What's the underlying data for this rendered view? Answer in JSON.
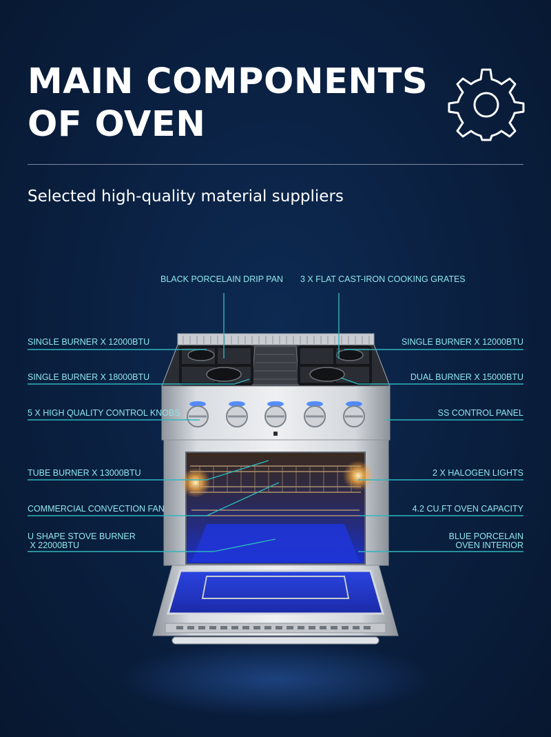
{
  "header": {
    "title_line1": "MAIN COMPONENTS",
    "title_line2": "OF OVEN",
    "subtitle": "Selected high-quality material suppliers"
  },
  "icons": {
    "header_icon": "gear-icon"
  },
  "colors": {
    "background": "#0a1f3f",
    "label": "#8fe7ee",
    "leader_line": "#2fb6bd",
    "oven_interior": "#1a2fc8"
  },
  "labels": {
    "top": {
      "drip_pan": "BLACK PORCELAIN DRIP PAN",
      "grates": "3 X FLAT CAST-IRON COOKING GRATES"
    },
    "left": {
      "single_burner_12000": "SINGLE BURNER X 12000BTU",
      "single_burner_18000": "SINGLE BURNER X 18000BTU",
      "control_knobs": "5 X HIGH QUALITY CONTROL KNOBS",
      "tube_burner": "TUBE BURNER X 13000BTU",
      "convection_fan": "COMMERCIAL CONVECTION FAN",
      "u_burner_line1": "U SHAPE STOVE BURNER",
      "u_burner_line2": " X 22000BTU"
    },
    "right": {
      "single_burner_12000": "SINGLE BURNER X 12000BTU",
      "dual_burner": "DUAL BURNER X 15000BTU",
      "control_panel": "SS CONTROL PANEL",
      "halogen_lights": "2 X HALOGEN LIGHTS",
      "capacity": "4.2 CU.FT OVEN CAPACITY",
      "interior_line1": "BLUE PORCELAIN",
      "interior_line2": "OVEN INTERIOR"
    }
  }
}
